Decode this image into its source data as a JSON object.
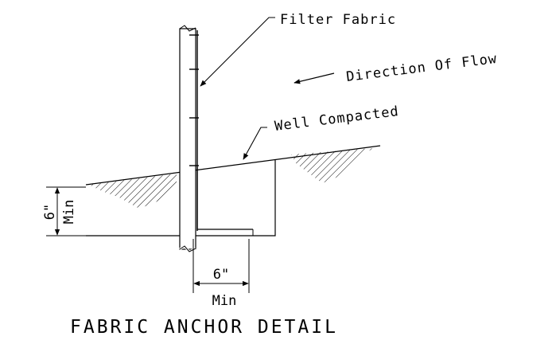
{
  "labels": {
    "filter_fabric": "Filter Fabric",
    "direction_of_flow": "Direction Of Flow",
    "well_compacted": "Well Compacted",
    "depth_value": "6\"",
    "depth_min": "Min",
    "width_value": "6\"",
    "width_min": "Min"
  },
  "title": "FABRIC ANCHOR DETAIL",
  "colors": {
    "ink": "#000000",
    "background": "#ffffff"
  }
}
